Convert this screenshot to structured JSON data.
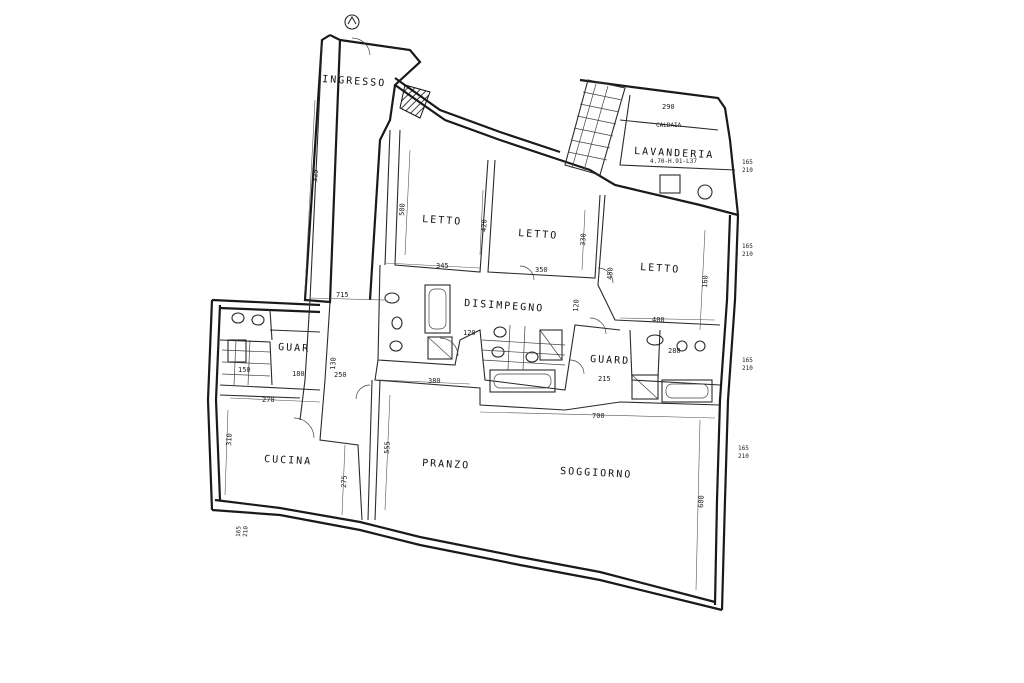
{
  "rooms": {
    "ingresso": "INGRESSO",
    "lavanderia": "LAVANDERIA",
    "caldaia": "CALDAIA",
    "letto_1": "LETTO",
    "letto_2": "LETTO",
    "letto_3": "LETTO",
    "disimpegno": "DISIMPEGNO",
    "guard_left": "GUAR",
    "guard_right": "GUARD",
    "cucina": "CUCINA",
    "pranzo": "PRANZO",
    "soggiorno": "SOGGIORNO"
  },
  "dimensions": {
    "d_325": "325",
    "d_715": "715",
    "d_500": "500",
    "d_420": "420",
    "d_345": "345",
    "d_350": "350",
    "d_330": "330",
    "d_450": "450",
    "d_400": "400",
    "d_120": "120",
    "d_290": "290",
    "d_250": "250",
    "d_270": "270",
    "d_150": "150",
    "d_180": "180",
    "d_380": "380",
    "d_310": "310",
    "d_555": "555",
    "d_275": "275",
    "d_700": "700",
    "d_600": "600",
    "d_215": "215",
    "d_280": "280",
    "d_120b": "120",
    "d_130": "130",
    "d_160": "160",
    "d_bad_1": "4.70-H.91-L37"
  },
  "window_marks": {
    "w1": "165",
    "w1b": "210",
    "w2": "165",
    "w2b": "210",
    "w3": "165",
    "w3b": "210",
    "w4": "165",
    "w4b": "210",
    "w5": "165",
    "w5b": "210"
  }
}
